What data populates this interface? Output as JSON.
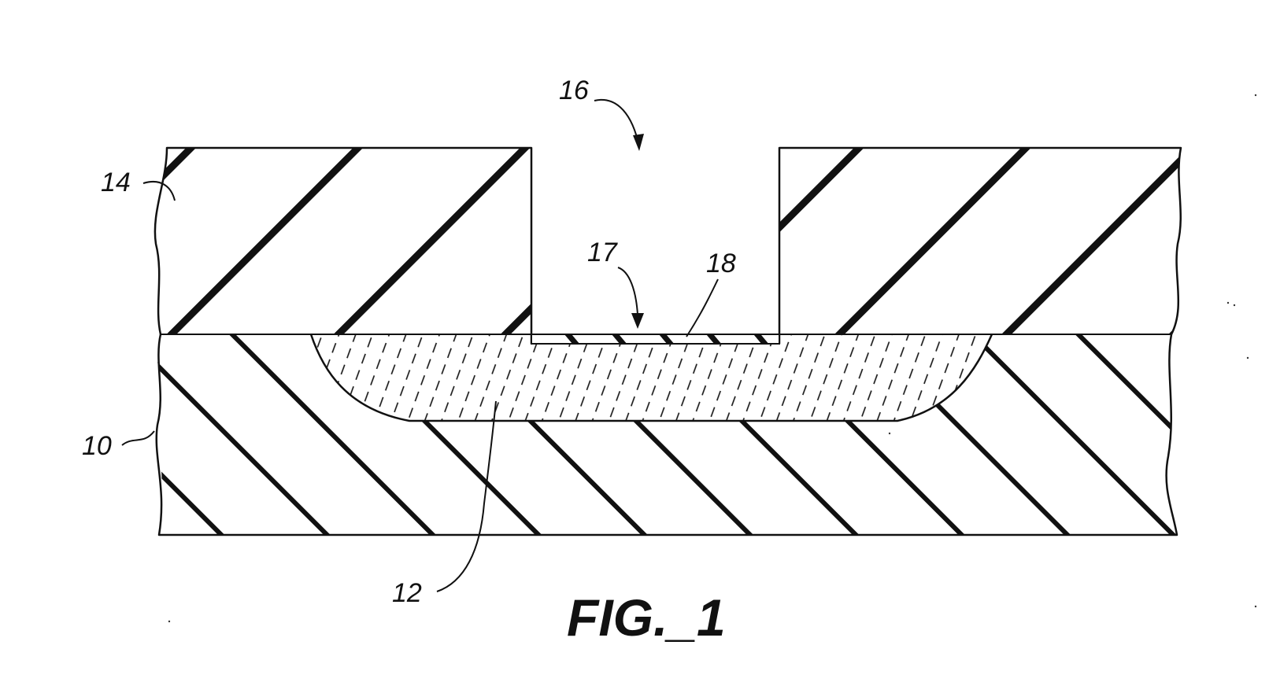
{
  "figure": {
    "caption": "FIG._1",
    "labels": {
      "substrate": "10",
      "region": "12",
      "layer": "14",
      "opening": "16",
      "surface": "17",
      "film": "18"
    }
  }
}
